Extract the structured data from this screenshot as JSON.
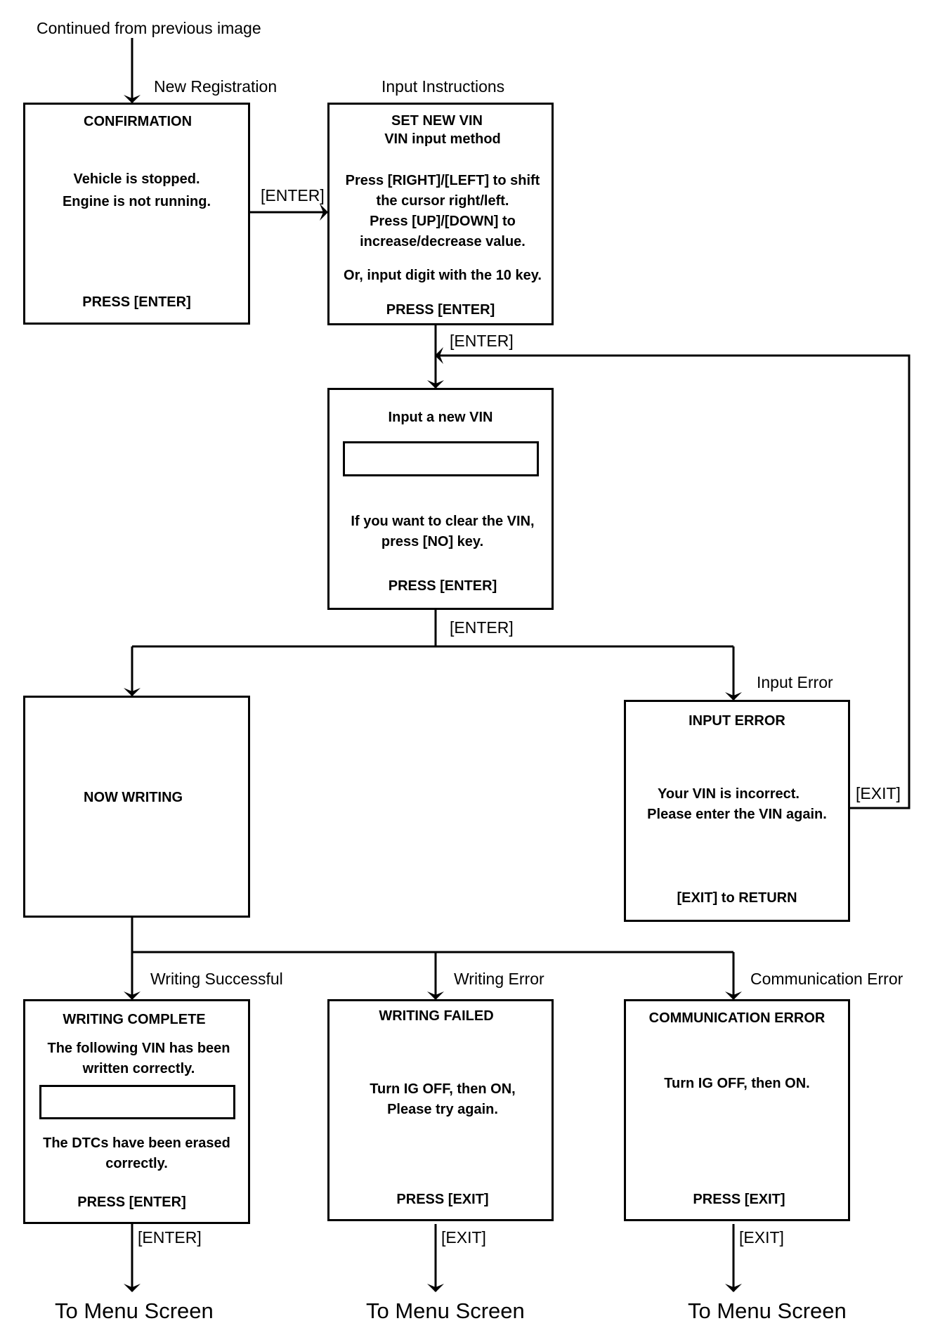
{
  "top_note": "Continued from previous image",
  "labels": {
    "new_registration": "New Registration",
    "input_instructions": "Input Instructions",
    "enter1": "[ENTER]",
    "enter2": "[ENTER]",
    "enter3": "[ENTER]",
    "input_error": "Input Error",
    "exit_loop": "[EXIT]",
    "writing_successful": "Writing Successful",
    "writing_error": "Writing Error",
    "communication_error": "Communication Error",
    "enter_out": "[ENTER]",
    "exit_out1": "[EXIT]",
    "exit_out2": "[EXIT]"
  },
  "confirmation": {
    "title": "CONFIRMATION",
    "line1": "Vehicle is stopped.",
    "line2": "Engine is not running.",
    "footer": "PRESS [ENTER]"
  },
  "set_new_vin": {
    "title": "SET NEW VIN",
    "subtitle": "VIN input method",
    "line1": "Press [RIGHT]/[LEFT] to shift",
    "line2": "the cursor right/left.",
    "line3": "Press [UP]/[DOWN] to",
    "line4": "increase/decrease value.",
    "line5": "Or, input digit with the 10 key.",
    "footer": "PRESS [ENTER]"
  },
  "input_vin": {
    "title": "Input a new VIN",
    "line1": "If you want to clear the VIN,",
    "line2": "press [NO] key.",
    "footer": "PRESS [ENTER]"
  },
  "now_writing": {
    "title": "NOW WRITING"
  },
  "input_error_box": {
    "title": "INPUT ERROR",
    "line1": "Your VIN is incorrect.",
    "line2": "Please enter the VIN again.",
    "footer": "[EXIT] to RETURN"
  },
  "writing_complete": {
    "title": "WRITING COMPLETE",
    "line1": "The following VIN has been",
    "line2": "written correctly.",
    "line3": "The DTCs have been erased",
    "line4": "correctly.",
    "footer": "PRESS [ENTER]"
  },
  "writing_failed": {
    "title": "WRITING FAILED",
    "line1": "Turn IG OFF, then ON,",
    "line2": "Please try again.",
    "footer": "PRESS [EXIT]"
  },
  "comm_error": {
    "title": "COMMUNICATION ERROR",
    "line1": "Turn IG OFF, then ON.",
    "footer": "PRESS [EXIT]"
  },
  "destinations": {
    "d1": "To Menu Screen",
    "d2": "To Menu Screen",
    "d3": "To Menu Screen"
  }
}
